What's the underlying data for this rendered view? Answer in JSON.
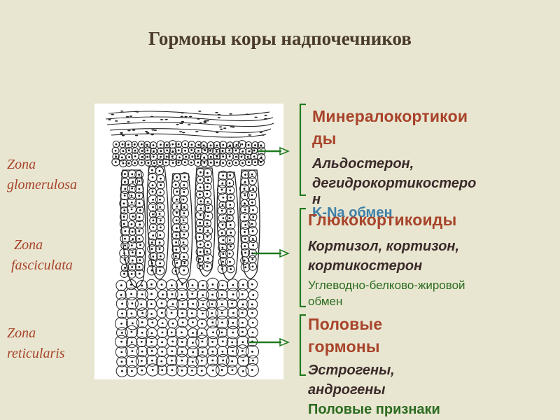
{
  "title": "Гормоны коры надпочечников",
  "zones": [
    {
      "line1": "Zona",
      "line2": "glomerulosa"
    },
    {
      "line1": "Zona",
      "line2": "fasciculata"
    },
    {
      "line1": "Zona",
      "line2": "reticularis"
    }
  ],
  "groups": [
    {
      "heading": [
        "Минералокортикои",
        "ды"
      ],
      "hormones": [
        "Альдостерон,",
        "дегидрокортикостеро",
        "н"
      ],
      "effect": [
        "K-Na обмен"
      ]
    },
    {
      "heading": [
        "Глюкокортикоиды"
      ],
      "hormones": [
        "Кортизол, кортизон,",
        "кортикостерон"
      ],
      "effect": [
        "Углеводно-белково-жировой",
        "обмен"
      ]
    },
    {
      "heading": [
        "Половые",
        "гормоны"
      ],
      "hormones": [
        "Эстрогены,",
        "андрогены"
      ],
      "effect": [
        "Половые признаки"
      ]
    }
  ],
  "colors": {
    "background": "#E8E6D1",
    "title": "#4A3A2C",
    "heading": "#A8432A",
    "zone_label": "#A8432A",
    "hormones": "#3B2A2A",
    "effect": "#2B6B1F",
    "arrow": "#1E7A1E"
  }
}
